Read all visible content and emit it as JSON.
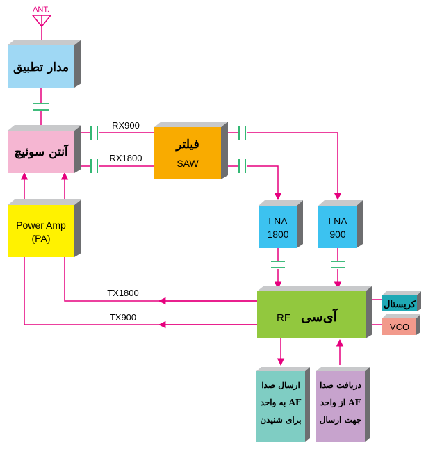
{
  "antenna": {
    "label": "ANT."
  },
  "blocks": {
    "matching": {
      "text": "مدار تطبیق",
      "color": "#9fd8f4"
    },
    "switch": {
      "text": "آنتن سوئیچ",
      "color": "#f5b6d2"
    },
    "saw_filter": {
      "text": "فیلتر",
      "sub": "SAW",
      "color": "#f9ab00"
    },
    "pa": {
      "line1": "Power Amp",
      "line2": "(PA)",
      "color": "#fff200"
    },
    "lna1800": {
      "line1": "LNA",
      "line2": "1800",
      "color": "#3cc2f0"
    },
    "lna900": {
      "line1": "LNA",
      "line2": "900",
      "color": "#3cc2f0"
    },
    "rf_ic": {
      "text": "آی‌سی",
      "sub": "RF",
      "color": "#92c83e"
    },
    "crystal": {
      "text": "کریستال",
      "color": "#1fa9b5"
    },
    "vco": {
      "text": "VCO",
      "color": "#f29a8c"
    },
    "af_send": {
      "line1": "ارسال صدا",
      "line2": "به واحد AF",
      "line3": "برای شنیدن",
      "color": "#7fcdc3"
    },
    "af_receive": {
      "line1": "دریافت صدا",
      "line2": "از واحد AF",
      "line3": "جهت ارسال",
      "color": "#c7a3cd"
    }
  },
  "signals": {
    "rx900": "RX900",
    "rx1800": "RX1800",
    "tx1800": "TX1800",
    "tx900": "TX900"
  },
  "colors": {
    "arrow": "#e6007e",
    "capacitor": "#00a651",
    "line": "#e6007e"
  }
}
